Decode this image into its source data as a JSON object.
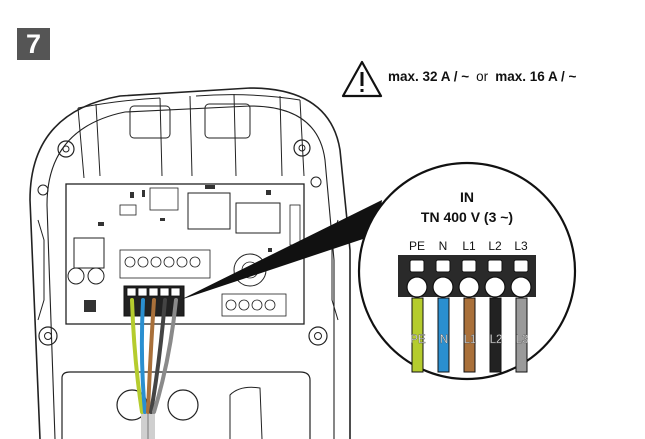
{
  "step": {
    "number": "7"
  },
  "warning": {
    "option_1": "max. 32 A / ~",
    "separator": "or",
    "option_2": "max. 16 A / ~"
  },
  "detail": {
    "title": "IN",
    "subtitle": "TN 400 V (3 ~)",
    "terminals": [
      {
        "top_label": "PE",
        "wire_label": "PE",
        "color": "#b5cc2e"
      },
      {
        "top_label": "N",
        "wire_label": "N",
        "color": "#2a8fd0"
      },
      {
        "top_label": "L1",
        "wire_label": "L1",
        "color": "#a9703a"
      },
      {
        "top_label": "L2",
        "wire_label": "L2",
        "color": "#222222"
      },
      {
        "top_label": "L3",
        "wire_label": "L3",
        "color": "#9a9a9a"
      }
    ]
  }
}
